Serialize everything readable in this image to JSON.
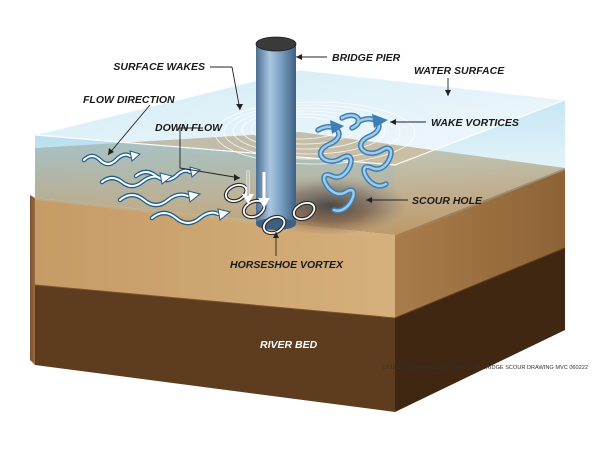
{
  "labels": {
    "bridge_pier": "BRIDGE PIER",
    "surface_wakes": "SURFACE WAKES",
    "water_surface": "WATER SURFACE",
    "flow_direction": "FLOW DIRECTION",
    "down_flow": "DOWN FLOW",
    "wake_vortices": "WAKE VORTICES",
    "scour_hole": "SCOUR HOLE",
    "horseshoe_vortex": "HORSESHOE VORTEX",
    "river_bed": "RIVER BED"
  },
  "credit": "CT3293 AV GRAPHICS CALTRANS D4 BRIDGE SCOUR DRAWING MVC 060222",
  "colors": {
    "water": "#bfe3f1",
    "sediment_top": "#c9a36e",
    "sediment_side": "#b88d5a",
    "river_bed": "#5c3b1e",
    "pier": "#6f94b8",
    "vortex": "#7fb0d6",
    "scour_hole": "#3a1e12"
  }
}
